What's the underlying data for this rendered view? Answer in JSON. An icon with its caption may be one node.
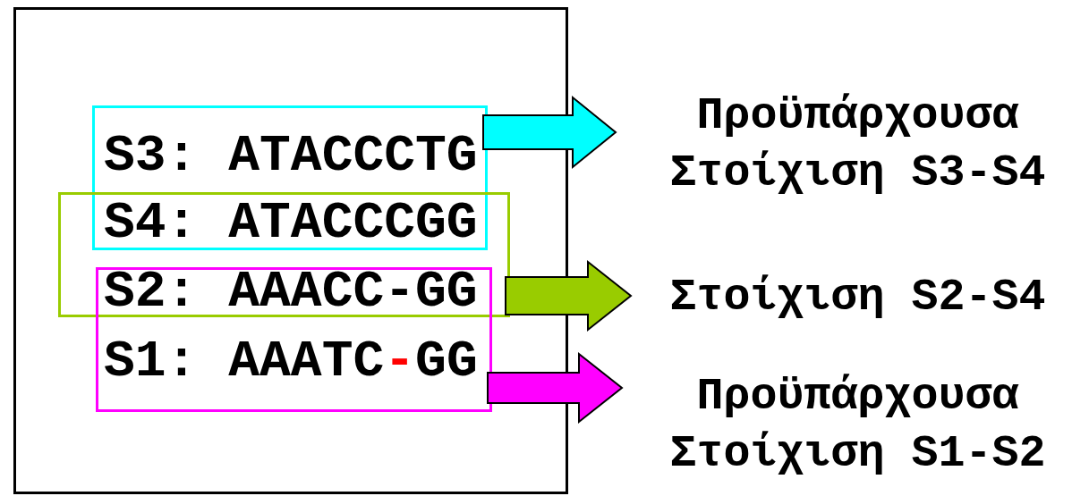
{
  "diagram": {
    "nodes": [
      {
        "text": [],
        "shape": "box"
      },
      {
        "text": [],
        "shape": "box",
        "in": 0
      },
      {
        "text": [],
        "shape": "box",
        "in": 0
      },
      {
        "text": [],
        "shape": "box",
        "in": 0
      },
      {
        "text": [
          "Προϋπάρχουσα Στοίχιση S3-S4"
        ]
      },
      {
        "text": [
          "Στοίχιση S2-S4"
        ]
      },
      {
        "text": [
          "Προϋπάρχουσα Στοίχιση S1-S2"
        ]
      }
    ],
    "edges": [
      {
        "from": 1,
        "to": 4,
        "arrow": "to",
        "style": "thick",
        "color": "#00ffff"
      },
      {
        "from": 2,
        "to": 5,
        "arrow": "to",
        "style": "thick",
        "color": "#99cc00"
      },
      {
        "from": 3,
        "to": 6,
        "arrow": "to",
        "style": "thick",
        "color": "#ff00ff"
      }
    ],
    "labels": [
      "S3: ATACCCTG",
      "S4: ATACCCGG",
      "S2: AAACC-GG",
      "S1: AAATC-GG"
    ]
  }
}
